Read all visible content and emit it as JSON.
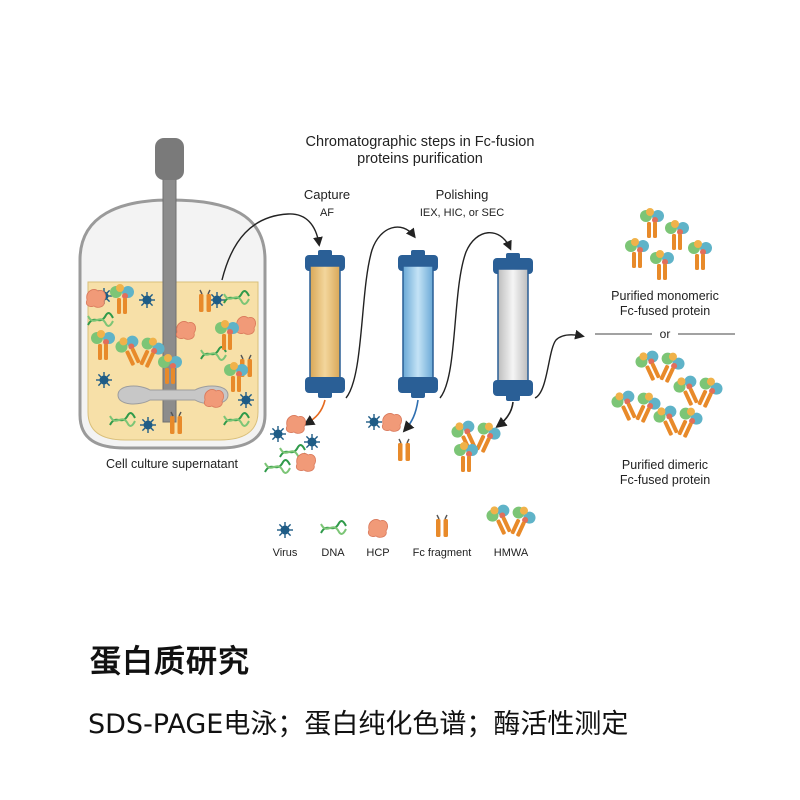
{
  "diagram": {
    "title_line1": "Chromatographic steps in Fc-fusion",
    "title_line2": "proteins purification",
    "bioreactor_label": "Cell culture supernatant",
    "steps": [
      {
        "title": "Capture",
        "subtitle": "AF",
        "column_color": "#e9c27f"
      },
      {
        "title": "Polishing",
        "subtitle": "IEX, HIC, or SEC",
        "column_color": "#9ccbe9"
      },
      {
        "title": "",
        "subtitle": "",
        "column_color": "#e3e3e3"
      }
    ],
    "outputs": {
      "monomeric_line1": "Purified monomeric",
      "monomeric_line2": "Fc-fused protein",
      "separator": "or",
      "dimeric_line1": "Purified dimeric",
      "dimeric_line2": "Fc-fused protein"
    },
    "legend": [
      {
        "label": "Virus",
        "icon": "virus-icon"
      },
      {
        "label": "DNA",
        "icon": "dna-icon"
      },
      {
        "label": "HCP",
        "icon": "hcp-icon"
      },
      {
        "label": "Fc fragment",
        "icon": "fc-fragment-icon"
      },
      {
        "label": "HMWA",
        "icon": "hmwa-icon"
      }
    ],
    "colors": {
      "column_cap": "#2a5f96",
      "virus": "#1f5c86",
      "dna": "#2f9a4a",
      "hcp": "#f19a78",
      "fc": "#e88a2a",
      "medium": "#f7e0a8",
      "arrow_orange": "#e56a1f",
      "arrow_blue": "#2f6fb0"
    }
  },
  "page": {
    "heading": "蛋白质研究",
    "subheading": "SDS-PAGE电泳；蛋白纯化色谱；酶活性测定"
  }
}
